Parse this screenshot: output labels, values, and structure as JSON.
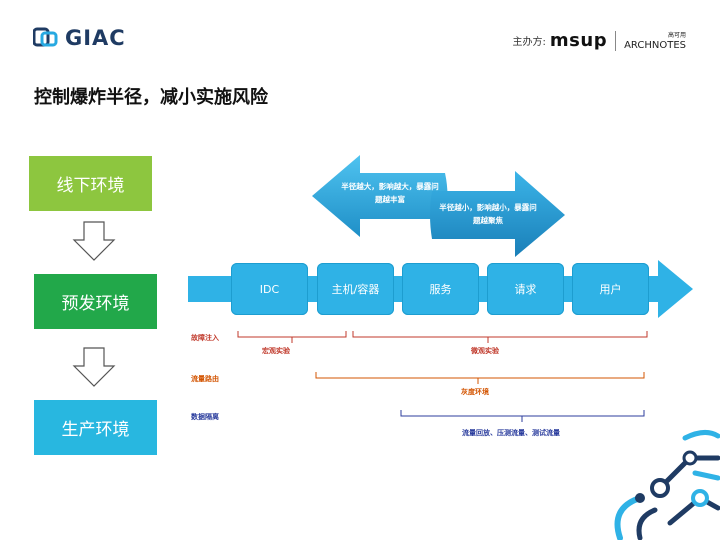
{
  "header": {
    "logo_text": "GIAC",
    "sponsor_label": "主办方:",
    "sponsor_brand": "msup",
    "sponsor_partner_cn": "高可用",
    "sponsor_partner": "ARCHNOTES"
  },
  "title": "控制爆炸半径，减小实施风险",
  "environments": [
    "线下环境",
    "预发环境",
    "生产环境"
  ],
  "big_arrows": {
    "left": "半径越大，影响越大，暴露问题越丰富",
    "right": "半径越小，影响越小，暴露问题越聚焦"
  },
  "stages": [
    "IDC",
    "主机/容器",
    "服务",
    "请求",
    "用户"
  ],
  "rows": [
    {
      "label": "故障注入",
      "brackets": [
        "宏观实验",
        "微观实验"
      ]
    },
    {
      "label": "流量路由",
      "brackets": [
        "灰度环境"
      ]
    },
    {
      "label": "数据隔离",
      "brackets": [
        "流量回放、压测流量、测试流量"
      ]
    }
  ],
  "colors": {
    "env_offline": "#8dc63f",
    "env_staging": "#22a84a",
    "env_prod": "#28b7e0",
    "stage": "#2fb2e6",
    "fault_injection": "#c0392b",
    "traffic_routing": "#d35400",
    "data_isolation": "#2c3e9e"
  }
}
